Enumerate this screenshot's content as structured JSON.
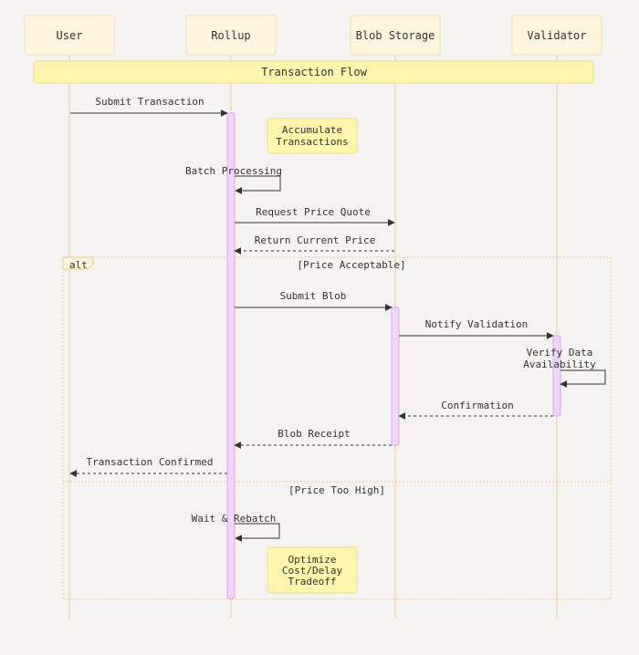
{
  "participants": {
    "user": "User",
    "rollup": "Rollup",
    "blob_storage": "Blob Storage",
    "validator": "Validator"
  },
  "banner": "Transaction Flow",
  "notes": {
    "accumulate": [
      "Accumulate",
      "Transactions"
    ],
    "optimize": [
      "Optimize",
      "Cost/Delay",
      "Tradeoff"
    ]
  },
  "messages": {
    "submit_transaction": "Submit Transaction",
    "batch_processing": "Batch Processing",
    "request_price_quote": "Request Price Quote",
    "return_current_price": "Return Current Price",
    "submit_blob": "Submit Blob",
    "notify_validation": "Notify Validation",
    "verify_data_availability": [
      "Verify Data",
      "Availability"
    ],
    "confirmation": "Confirmation",
    "blob_receipt": "Blob Receipt",
    "transaction_confirmed": "Transaction Confirmed",
    "wait_and_rebatch": "Wait & Rebatch"
  },
  "alt_block": {
    "keyword": "alt",
    "condition_1": "[Price Acceptable]",
    "condition_2": "[Price Too High]"
  },
  "colors": {
    "background": "#f4f3f2",
    "participant_fill": "#fff4dd",
    "participant_stroke": "#f5dcb0",
    "lifeline": "#f3c99a",
    "note_fill": "#fff5ad",
    "note_stroke": "#f1dc8a",
    "activation_fill": "#f1d4fb",
    "activation_stroke": "#d9a8f0",
    "arrow": "#333333"
  }
}
